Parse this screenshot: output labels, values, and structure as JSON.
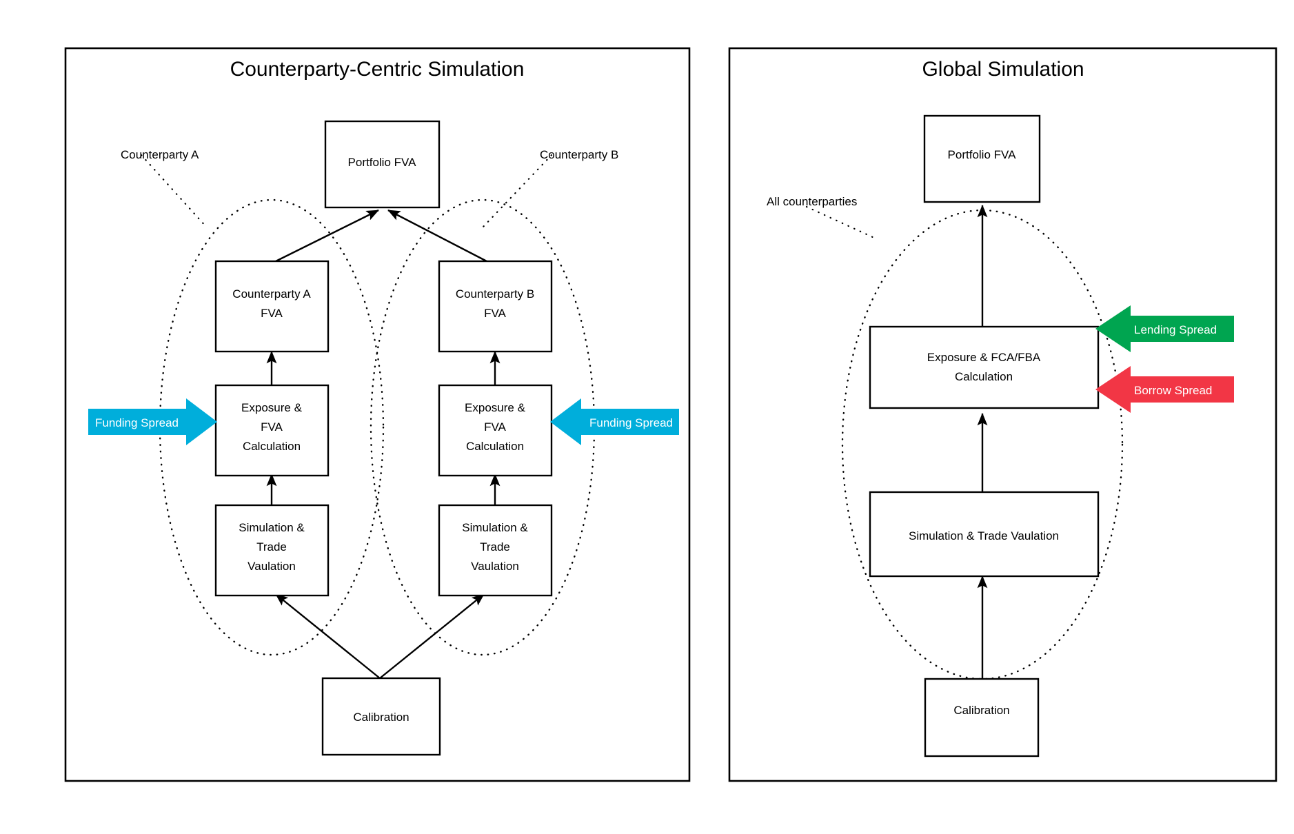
{
  "figure": {
    "background": "#ffffff",
    "stroke_color": "#000000"
  },
  "panels": [
    {
      "id": "counterparty-centric",
      "title": "Counterparty-Centric Simulation",
      "annotations": [
        {
          "id": "counterparty-a",
          "label": "Counterparty A"
        },
        {
          "id": "counterparty-b",
          "label": "Counterparty B"
        }
      ],
      "nodes": [
        {
          "id": "portfolio-fva",
          "label": "Portfolio FVA",
          "lines": [
            "Portfolio FVA"
          ]
        },
        {
          "id": "counterparty-a-fva",
          "label": "Counterparty A FVA",
          "lines": [
            "Counterparty A",
            "FVA"
          ]
        },
        {
          "id": "counterparty-b-fva",
          "label": "Counterparty B FVA",
          "lines": [
            "Counterparty B",
            "FVA"
          ]
        },
        {
          "id": "exposure-fva-a",
          "label": "Exposure & FVA Calculation",
          "lines": [
            "Exposure &",
            "FVA",
            "Calculation"
          ]
        },
        {
          "id": "exposure-fva-b",
          "label": "Exposure & FVA Calculation",
          "lines": [
            "Exposure &",
            "FVA",
            "Calculation"
          ]
        },
        {
          "id": "simulation-a",
          "label": "Simulation & Trade Vaulation",
          "lines": [
            "Simulation &",
            "Trade",
            "Vaulation"
          ]
        },
        {
          "id": "simulation-b",
          "label": "Simulation & Trade Vaulation",
          "lines": [
            "Simulation &",
            "Trade",
            "Vaulation"
          ]
        },
        {
          "id": "calibration",
          "label": "Calibration",
          "lines": [
            "Calibration"
          ]
        }
      ],
      "spreads": [
        {
          "id": "funding-spread-left",
          "label": "Funding Spread",
          "color": "#00AEDB",
          "direction": "right"
        },
        {
          "id": "funding-spread-right",
          "label": "Funding Spread",
          "color": "#00AEDB",
          "direction": "left"
        }
      ]
    },
    {
      "id": "global",
      "title": "Global Simulation",
      "annotations": [
        {
          "id": "all-counterparties",
          "label": "All counterparties"
        }
      ],
      "nodes": [
        {
          "id": "portfolio-fva-global",
          "label": "Portfolio FVA",
          "lines": [
            "Portfolio FVA"
          ]
        },
        {
          "id": "exposure-fca-fba",
          "label": "Exposure & FCA/FBA Calculation",
          "lines": [
            "Exposure & FCA/FBA",
            "Calculation"
          ]
        },
        {
          "id": "simulation-global",
          "label": "Simulation & Trade Vaulation",
          "lines": [
            "Simulation & Trade Vaulation"
          ]
        },
        {
          "id": "calibration-global",
          "label": "Calibration",
          "lines": [
            "Calibration"
          ]
        }
      ],
      "spreads": [
        {
          "id": "lending-spread",
          "label": "Lending Spread",
          "color": "#00A550",
          "direction": "left"
        },
        {
          "id": "borrow-spread",
          "label": "Borrow Spread",
          "color": "#F23645",
          "direction": "left"
        }
      ]
    }
  ]
}
